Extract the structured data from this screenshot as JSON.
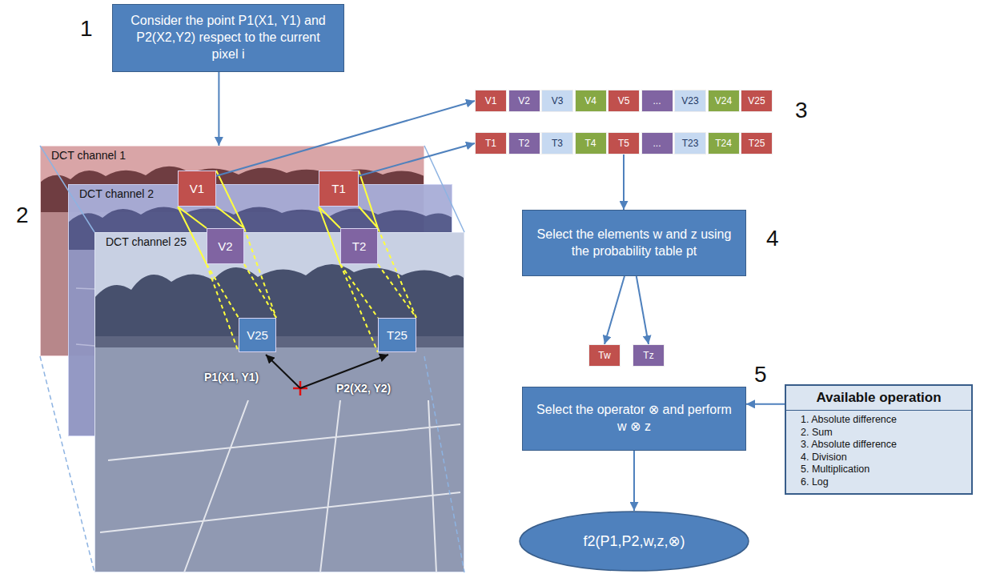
{
  "diagram": {
    "nodes": [
      {
        "text": [
          "Consider the point P1(X1, Y1) and P2(X2,Y2) respect to the current pixel i"
        ]
      },
      {
        "text": [
          "DCT channel 1"
        ]
      },
      {
        "text": [
          "V1"
        ],
        "in": 1
      },
      {
        "text": [
          "T1"
        ],
        "in": 1
      },
      {
        "text": [
          "DCT channel 2"
        ]
      },
      {
        "text": [
          "V2"
        ],
        "in": 4
      },
      {
        "text": [
          "T2"
        ],
        "in": 4
      },
      {
        "text": [
          "DCT channel 25"
        ]
      },
      {
        "text": [
          "V25"
        ],
        "in": 7
      },
      {
        "text": [
          "T25"
        ],
        "in": 7
      },
      {
        "text": [
          "V1"
        ]
      },
      {
        "text": [
          "V2"
        ]
      },
      {
        "text": [
          "V3"
        ]
      },
      {
        "text": [
          "V4"
        ]
      },
      {
        "text": [
          "V5"
        ]
      },
      {
        "text": [
          "..."
        ]
      },
      {
        "text": [
          "V23"
        ]
      },
      {
        "text": [
          "V24"
        ]
      },
      {
        "text": [
          "V25"
        ]
      },
      {
        "text": [
          "T1"
        ]
      },
      {
        "text": [
          "T2"
        ]
      },
      {
        "text": [
          "T3"
        ]
      },
      {
        "text": [
          "T4"
        ]
      },
      {
        "text": [
          "T5"
        ]
      },
      {
        "text": [
          "..."
        ]
      },
      {
        "text": [
          "T23"
        ]
      },
      {
        "text": [
          "T24"
        ]
      },
      {
        "text": [
          "T25"
        ]
      },
      {
        "text": [
          "Select the elements w and z using the probability table pt"
        ]
      },
      {
        "text": [
          "Tw"
        ]
      },
      {
        "text": [
          "Tz"
        ]
      },
      {
        "text": [
          "Select the operator ⊗ and perform w ⊗ z"
        ]
      },
      {
        "text": [
          "Available operation",
          "1. Absolute difference",
          "2. Sum",
          "3. Absolute difference",
          "4. Division",
          "5. Multiplication",
          "6. Log"
        ]
      },
      {
        "text": [
          "f2(P1,P2,w,z,⊗)"
        ]
      }
    ],
    "edges": [
      {
        "from": 0,
        "to": 1,
        "arrow": "to"
      },
      {
        "from": 2,
        "to": 10,
        "arrow": "to"
      },
      {
        "from": 3,
        "to": 19,
        "arrow": "to"
      },
      {
        "from": 23,
        "to": 28,
        "arrow": "to"
      },
      {
        "from": 28,
        "to": 29,
        "arrow": "to"
      },
      {
        "from": 28,
        "to": 30,
        "arrow": "to"
      },
      {
        "from": 32,
        "to": 31,
        "arrow": "to"
      },
      {
        "from": 31,
        "to": 33,
        "arrow": "to"
      }
    ],
    "labels": [
      "1",
      "2",
      "3",
      "4",
      "5",
      "P1(X1, Y1)",
      "P2(X2, Y2)"
    ]
  }
}
